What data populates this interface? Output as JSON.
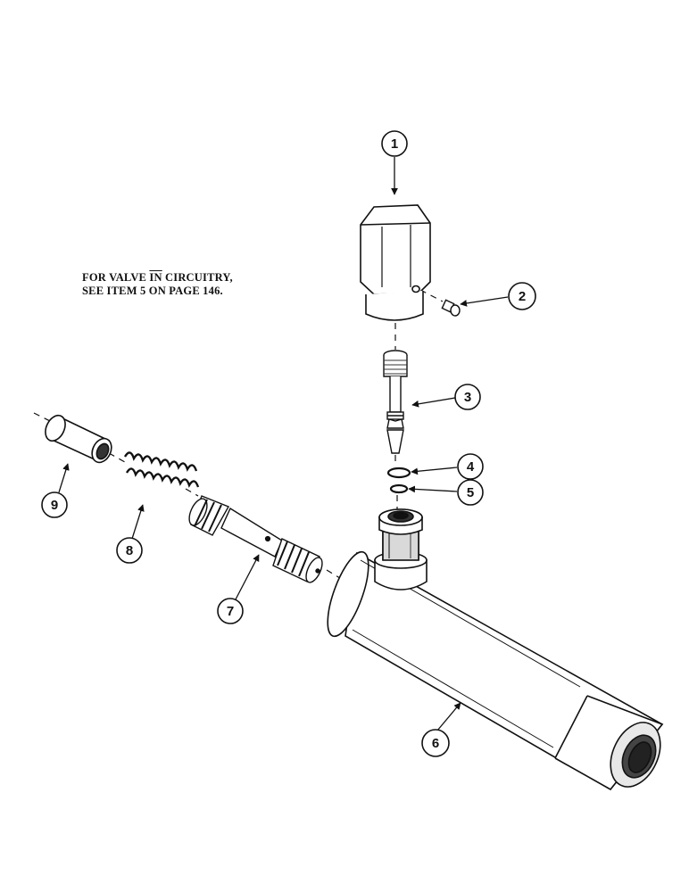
{
  "note": {
    "line1_prefix": "FOR VALVE ",
    "line1_overlined": "IN",
    "line1_suffix": " CIRCUITRY,",
    "line2": "SEE ITEM 5 ON PAGE 146."
  },
  "callouts": {
    "c1": "1",
    "c2": "2",
    "c3": "3",
    "c4": "4",
    "c5": "5",
    "c6": "6",
    "c7": "7",
    "c8": "8",
    "c9": "9"
  }
}
